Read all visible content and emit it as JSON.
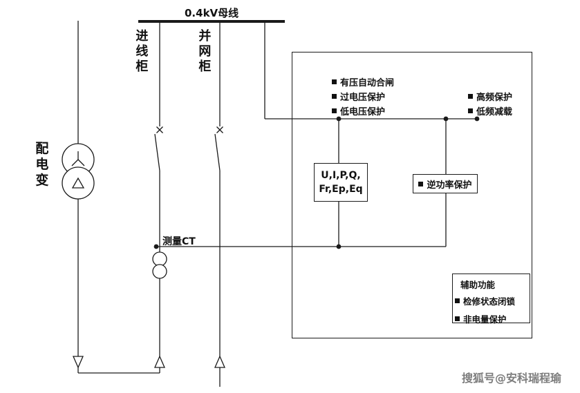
{
  "diagram": {
    "busbar_label": "0.4kV母线",
    "transformer_label": "配电变",
    "incoming_cabinet_label": "进线柜",
    "grid_cabinet_label": "并网柜",
    "ct_label": "测量CT",
    "protections_left": [
      "有压自动合闸",
      "过电压保护",
      "低电压保护"
    ],
    "protections_right": [
      "高频保护",
      "低频减载"
    ],
    "measurement_box": {
      "line1": "U,I,P,Q,",
      "line2": "Fr,Ep,Eq"
    },
    "reverse_power_label": "逆功率保护",
    "aux_box": {
      "title": "辅助功能",
      "items": [
        "检修状态闭锁",
        "非电量保护"
      ]
    }
  },
  "watermark": "搜狐号@安科瑞程瑜",
  "colors": {
    "line": "#1a1a1a",
    "background": "#ffffff"
  }
}
